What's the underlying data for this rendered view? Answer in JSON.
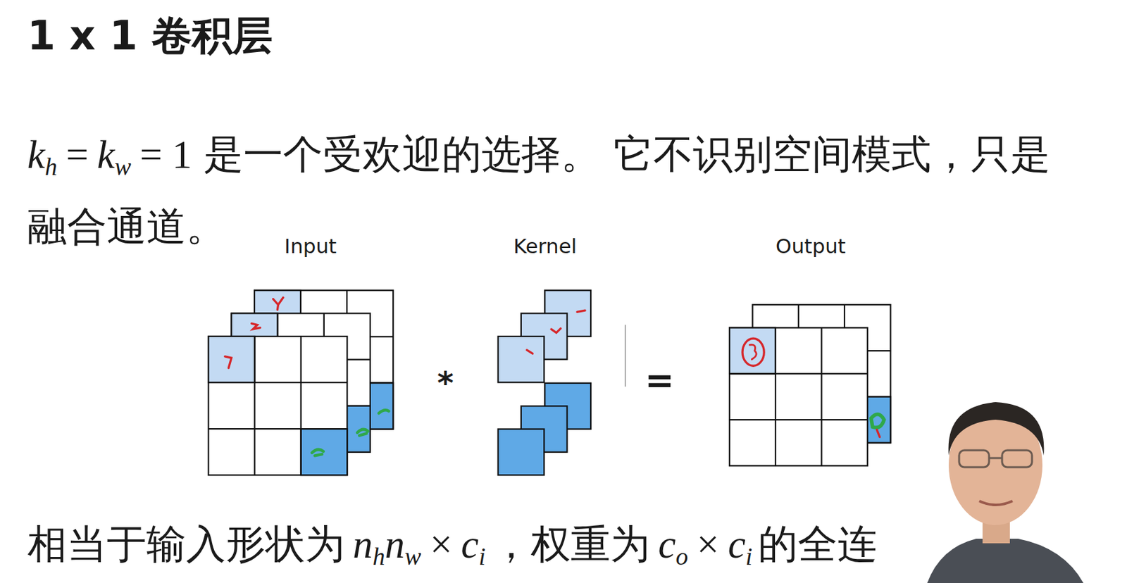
{
  "diagram": {
    "title": "1 x 1 卷积层",
    "labels": [
      "k",
      "h",
      "=",
      "k",
      "w",
      "= 1",
      "是一个受欢迎的选择。 它不识别空间模式，只是融合通道。",
      "Input",
      "Kernel",
      "Output",
      "*",
      "=",
      "相当于输入形状为",
      "n",
      "h",
      "n",
      "w",
      "×",
      "c",
      "i",
      "，权重为",
      "c",
      "o",
      "×",
      "c",
      "i",
      "的全连"
    ]
  }
}
